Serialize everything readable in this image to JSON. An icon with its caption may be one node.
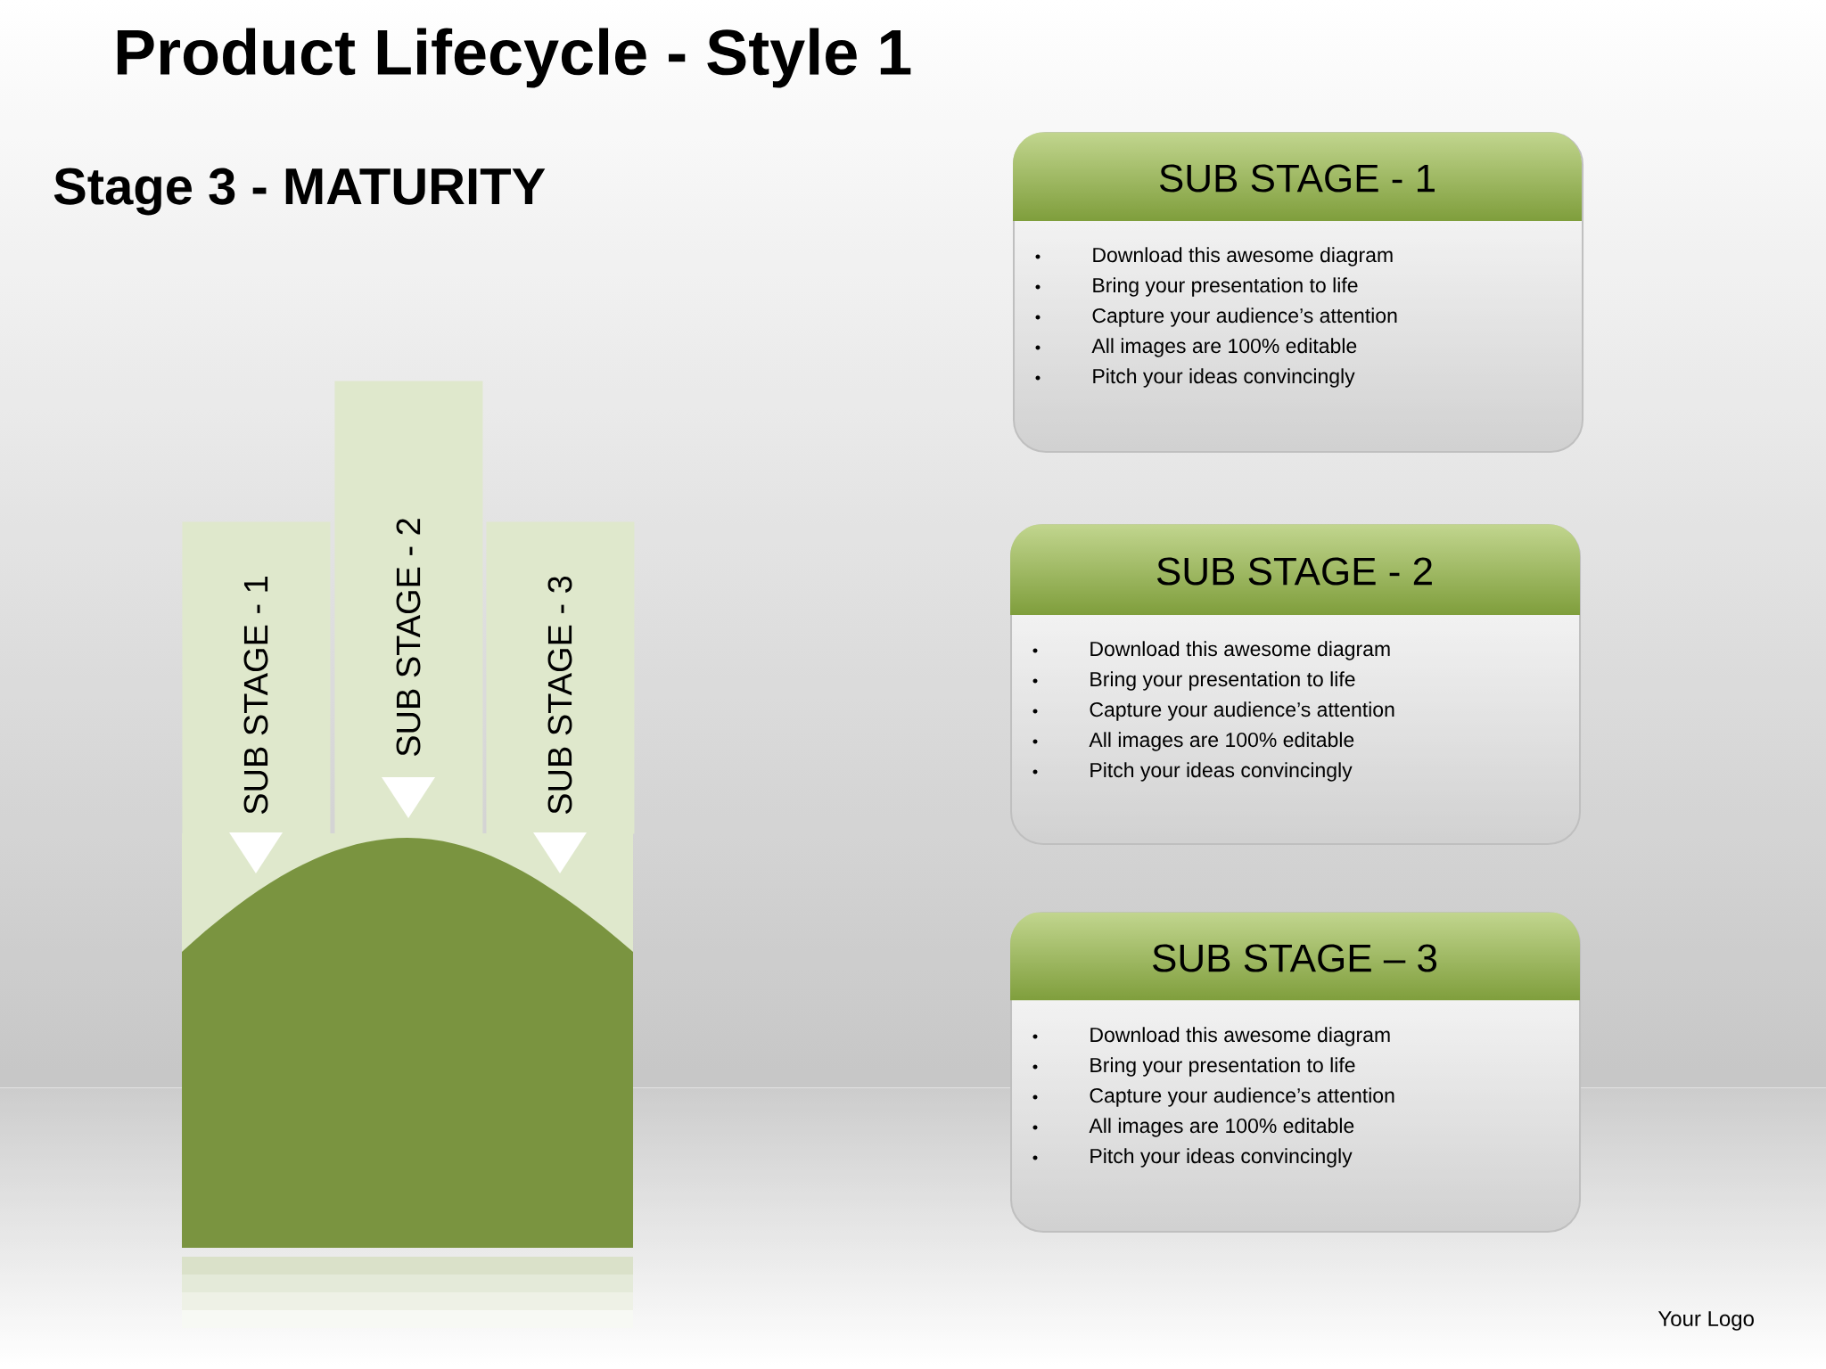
{
  "diagram": {
    "title": "Product Lifecycle - Style 1",
    "nodes": [
      {
        "text": [
          "SUB STAGE - 1"
        ]
      },
      {
        "text": [
          "SUB STAGE - 2"
        ]
      },
      {
        "text": [
          "SUB STAGE - 3"
        ]
      },
      {
        "text": [
          "SUB STAGE - 1",
          "Download this awesome diagram",
          "Bring your presentation to life",
          "Capture your audience’s attention",
          "All images are 100% editable",
          "Pitch your ideas convincingly"
        ]
      },
      {
        "text": [
          "SUB STAGE - 2",
          "Download this awesome diagram",
          "Bring your presentation to life",
          "Capture your audience’s attention",
          "All images are 100% editable",
          "Pitch your ideas convincingly"
        ]
      },
      {
        "text": [
          "SUB STAGE – 3",
          "Download this awesome diagram",
          "Bring your presentation to life",
          "Capture your audience’s attention",
          "All images are 100% editable",
          "Pitch your ideas convincingly"
        ]
      }
    ],
    "labels": [
      "Stage 3 - MATURITY",
      "Your Logo"
    ]
  }
}
